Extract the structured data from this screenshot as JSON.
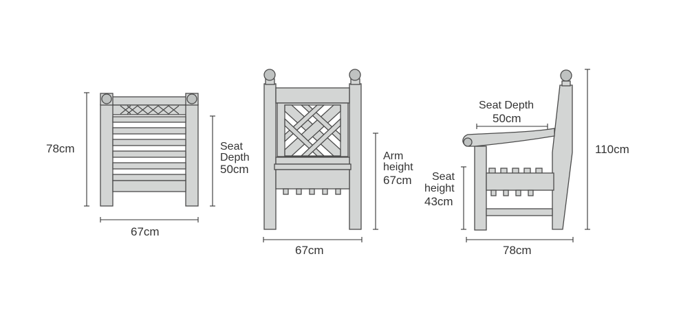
{
  "colors": {
    "wood": "#d3d5d4",
    "outline": "#4a4a4a",
    "text": "#333333",
    "background": "#ffffff"
  },
  "views": {
    "top": {
      "height_label": "78cm",
      "depth_label_line1": "Seat",
      "depth_label_line2": "Depth",
      "depth_label_value": "50cm",
      "width_label": "67cm"
    },
    "front": {
      "arm_label_line1": "Arm",
      "arm_label_line2": "height",
      "arm_label_value": "67cm",
      "width_label": "67cm"
    },
    "side": {
      "seat_depth_label": "Seat Depth",
      "seat_depth_value": "50cm",
      "seat_height_line1": "Seat",
      "seat_height_line2": "height",
      "seat_height_value": "43cm",
      "total_height_label": "110cm",
      "depth_label": "78cm"
    }
  }
}
